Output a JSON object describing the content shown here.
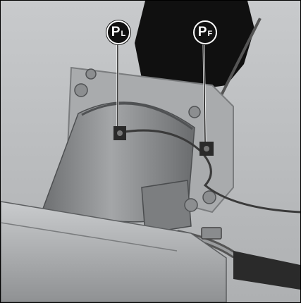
{
  "image": {
    "subject": "valve-and-pressure-ports-assembly",
    "palette": {
      "background": "#b9bbbd",
      "housing": "#8d8f91",
      "plate": "#a9abad",
      "dark": "#101010",
      "badge": "#111111"
    }
  },
  "callouts": [
    {
      "main": "P",
      "sub": "L"
    },
    {
      "main": "P",
      "sub": "F"
    }
  ]
}
